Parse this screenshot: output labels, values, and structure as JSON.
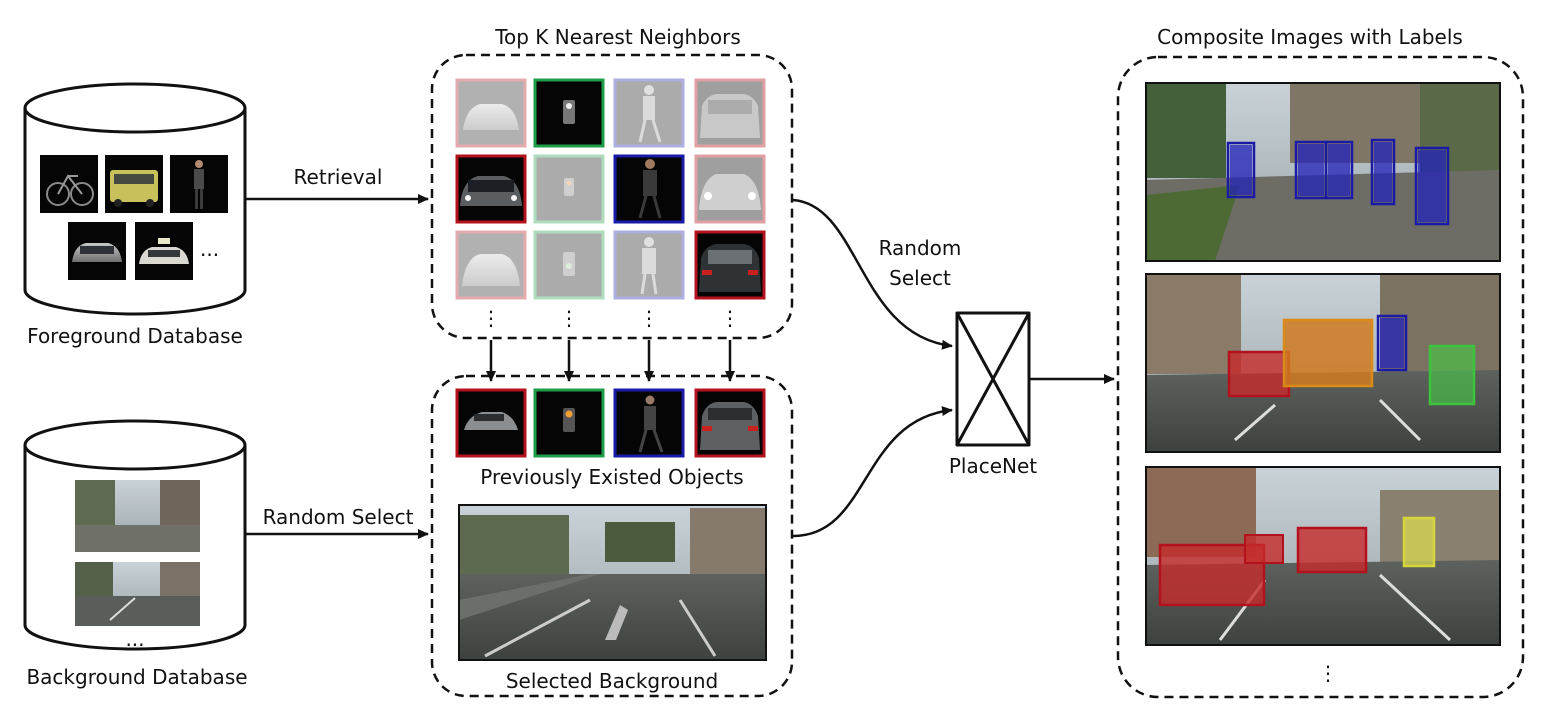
{
  "labels": {
    "top_k": "Top K Nearest Neighbors",
    "composite": "Composite Images with Labels",
    "retrieval": "Retrieval",
    "random_select_top_1": "Random",
    "random_select_top_2": "Select",
    "random_select_bottom": "Random Select",
    "foreground_db": "Foreground Database",
    "background_db": "Background Database",
    "previously_existed": "Previously Existed Objects",
    "selected_background": "Selected Background",
    "placenet": "PlaceNet",
    "ellipsis_h": "...",
    "ellipsis_v": "⋮"
  },
  "colors": {
    "car_red": "#b3121c",
    "light_green": "#1f9e48",
    "person_blue": "#1a1aa8",
    "bus_orange": "#d98a18",
    "bike_green": "#3cc43c",
    "sign_yellow": "#d6d63a"
  }
}
